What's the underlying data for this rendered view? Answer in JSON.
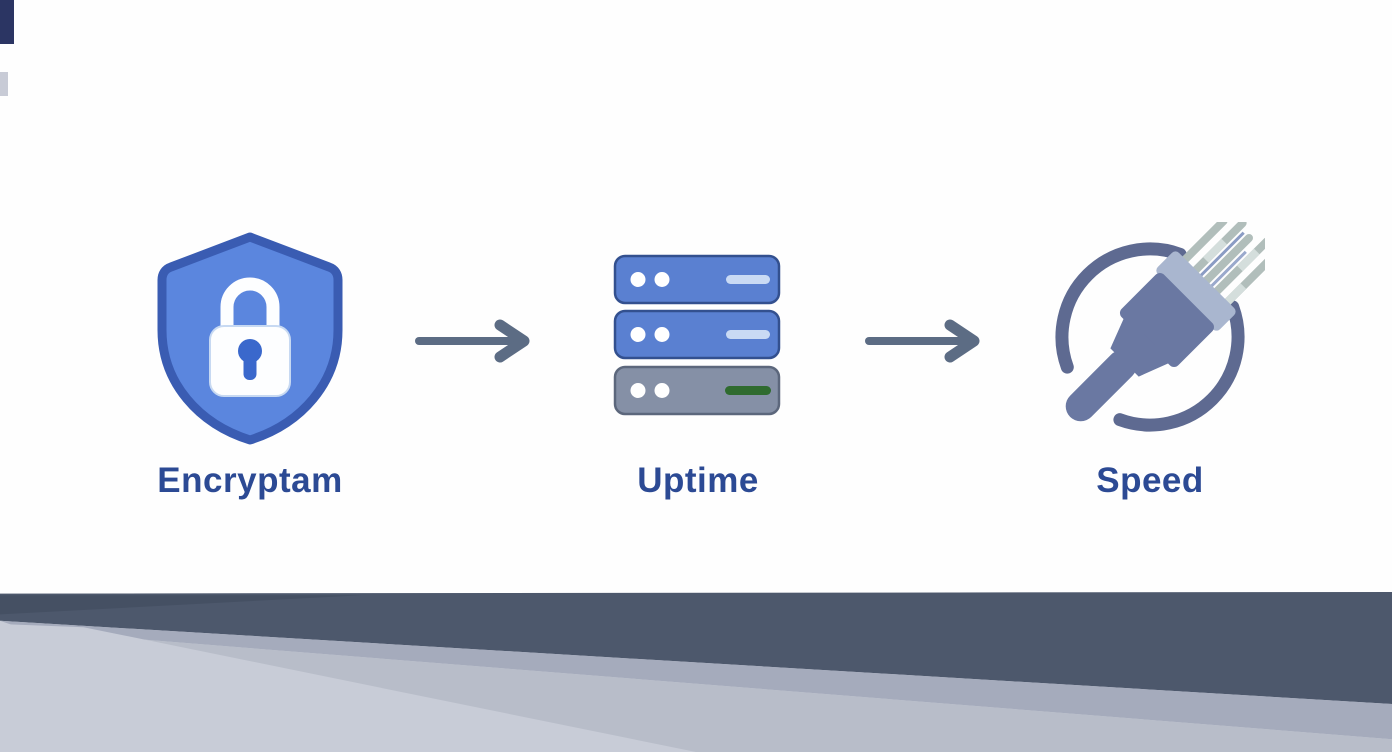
{
  "diagram": {
    "title": "security-to-speed flow illustration",
    "nodes": [
      {
        "label": "Encryptam",
        "icon": "shield-lock-icon"
      },
      {
        "label": "Uptime",
        "icon": "server-stack-icon"
      },
      {
        "label": "Speed",
        "icon": "fiber-plug-icon"
      }
    ],
    "connectors": [
      {
        "icon": "arrow-right-icon"
      },
      {
        "icon": "arrow-right-icon"
      }
    ]
  },
  "colors": {
    "background": "#fefefe",
    "label_text": "#2c4a94",
    "shield_fill": "#5b86de",
    "shield_border": "#3a5cb2",
    "lock_body": "#fdfeff",
    "keyhole_blue": "#3a68cc",
    "server_blue": "#5a80d1",
    "server_blue_border": "#33508f",
    "server_gray": "#8590a6",
    "server_light_bar": "#c9daf4",
    "server_green_bar": "#2f6b2f",
    "arrow_gray": "#5c6c84",
    "plug_arc": "#5e6a91",
    "plug_body": "#6a78a2",
    "plug_cap": "#a9b6cf",
    "plug_pins": "#b1bebb",
    "footer_band_dark": "#4d586c",
    "footer_band_mid": "#a5abbc",
    "footer_band_light": "#b8bdc9",
    "footer_band_lightest": "#c8ccd7"
  }
}
